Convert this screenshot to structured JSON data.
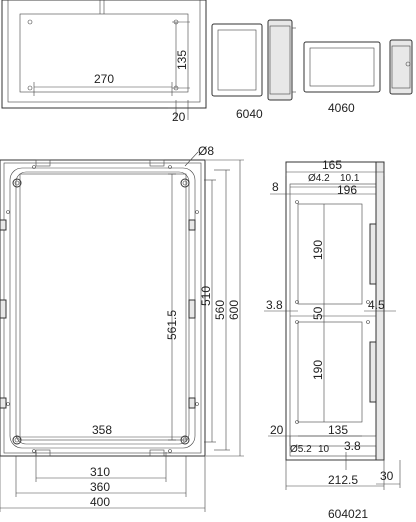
{
  "labels": {
    "d135": "135",
    "d270": "270",
    "d20_top": "20",
    "v6040": "6040",
    "v4060": "4060",
    "d8_dia": "Ø8",
    "d561_5": "561.5",
    "d510": "510",
    "d560": "560",
    "d600": "600",
    "d358": "358",
    "d310": "310",
    "d360": "360",
    "d400": "400",
    "d165": "165",
    "d4_2": "Ø4.2",
    "d10_1": "10.1",
    "d196": "196",
    "d8_side": "8",
    "d190_a": "190",
    "d50": "50",
    "d3_8_a": "3.8",
    "d4_5": "4.5",
    "d190_b": "190",
    "d20_side": "20",
    "d135_side": "135",
    "d5_2": "Ø5.2",
    "d10": "10",
    "d3_8_b": "3.8",
    "d212_5": "212.5",
    "d30": "30",
    "part_no": "604021"
  }
}
